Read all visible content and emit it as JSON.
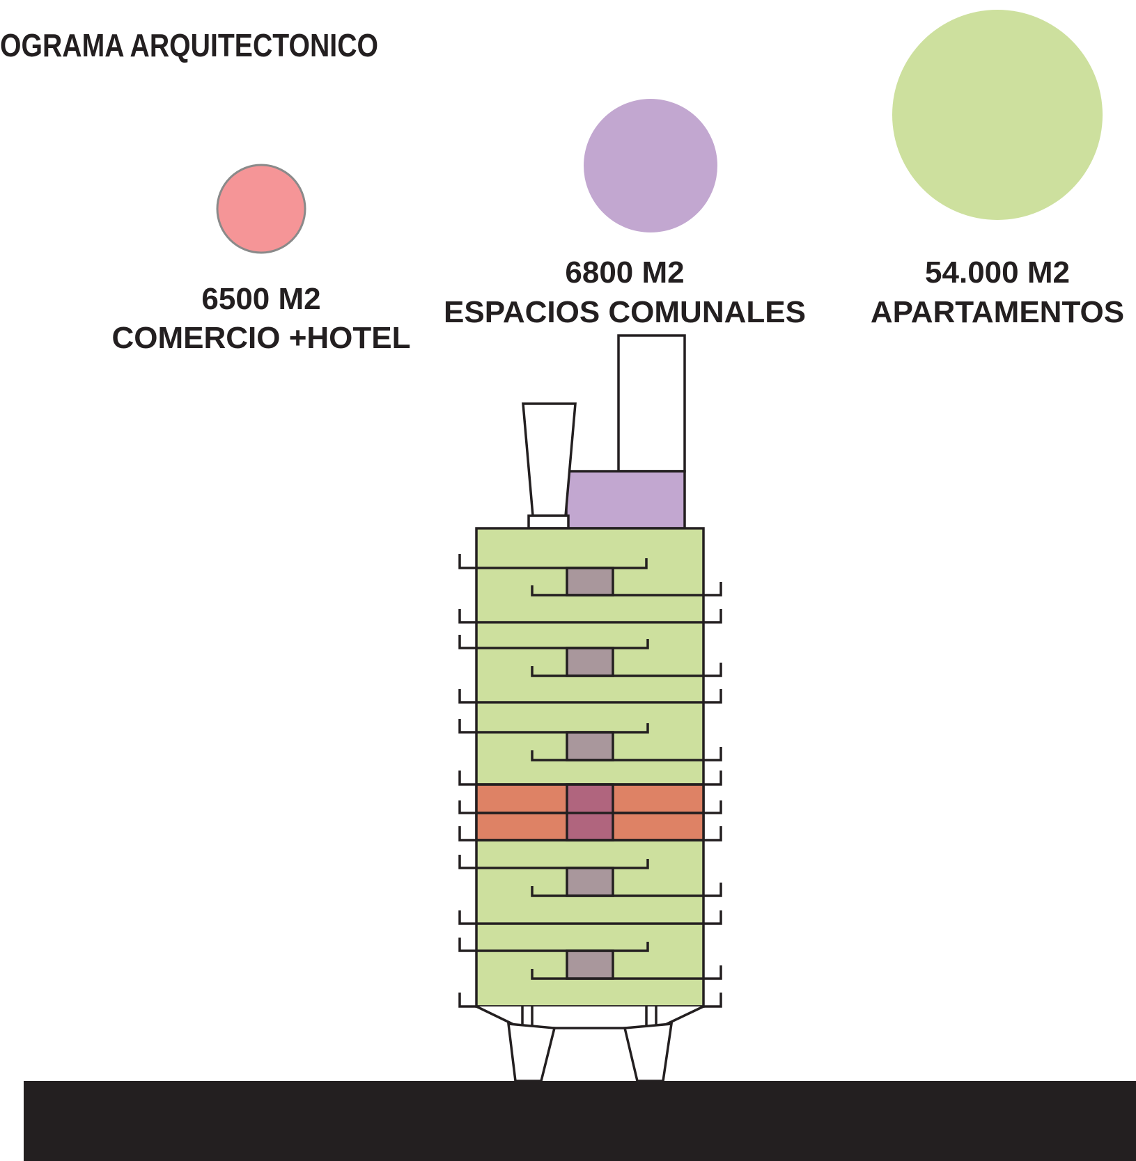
{
  "title": "OGRAMA ARQUITECTONICO",
  "colors": {
    "comercio": "#f59597",
    "comunales": "#c2a7d0",
    "apartamentos": "#cde09e",
    "core": "#a9979c",
    "hotel_floor": "#de8265",
    "hotel_core": "#b0657e",
    "ground": "#231f20",
    "line": "#231f20"
  },
  "program": [
    {
      "area": "6500 M2",
      "name": "COMERCIO +HOTEL"
    },
    {
      "area": "6800 M2",
      "name": "ESPACIOS COMUNALES"
    },
    {
      "area": "54.000 M2",
      "name": "APARTAMENTOS"
    }
  ]
}
